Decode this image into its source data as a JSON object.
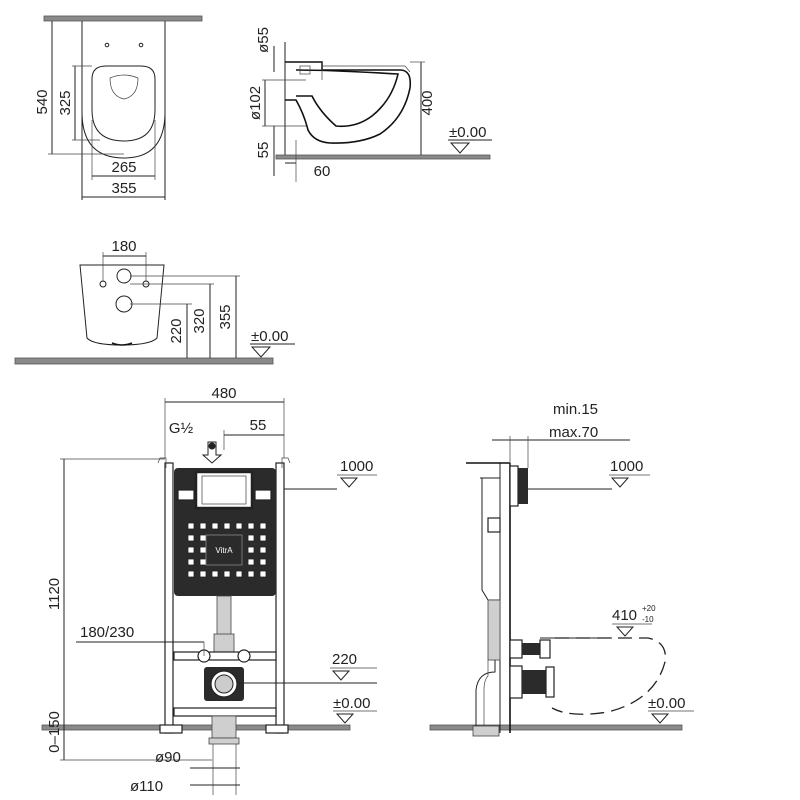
{
  "top_view": {
    "d540": "540",
    "d325": "325",
    "d265": "265",
    "d355": "355"
  },
  "side_view": {
    "d55": "ø55",
    "d102": "ø102",
    "d55b": "55",
    "d400": "400",
    "d60": "60",
    "level": "±0.00"
  },
  "rear_view": {
    "d180": "180",
    "d220": "220",
    "d320": "320",
    "d355": "355",
    "level": "±0.00"
  },
  "frame_front": {
    "d480": "480",
    "g12": "G½",
    "d55": "55",
    "d1000": "1000",
    "d1120": "1120",
    "d180_230": "180/230",
    "d220": "220",
    "level": "±0.00",
    "d0_150": "0–150",
    "d90": "ø90",
    "d110": "ø110",
    "brand": "VitrA"
  },
  "frame_side": {
    "min": "min.15",
    "max": "max.70",
    "d1000": "1000",
    "d410": "410",
    "tol_plus": "+20",
    "tol_minus": "-10",
    "level": "±0.00"
  }
}
